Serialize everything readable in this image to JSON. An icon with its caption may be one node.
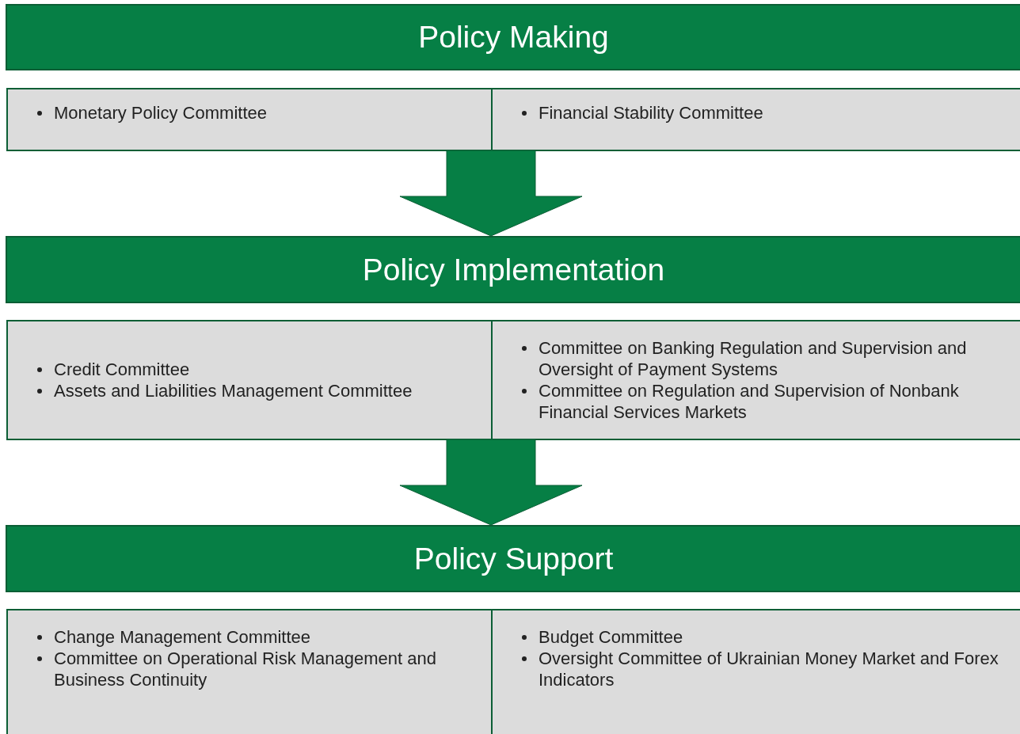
{
  "diagram": {
    "nodes": [
      {
        "text": [
          "Policy Making"
        ]
      },
      {
        "text": [
          "Monetary Policy Committee"
        ]
      },
      {
        "text": [
          "Financial Stability Committee"
        ]
      },
      {
        "text": [
          "Policy Implementation"
        ]
      },
      {
        "text": [
          "Credit Committee",
          "Assets and Liabilities Management Committee"
        ]
      },
      {
        "text": [
          "Committee on Banking Regulation and Supervision and Oversight of Payment Systems",
          "Committee on Regulation and Supervision of Nonbank Financial Services Markets"
        ]
      },
      {
        "text": [
          "Policy Support"
        ]
      },
      {
        "text": [
          "Change Management Committee",
          "Committee on Operational Risk Management and Business Continuity"
        ]
      },
      {
        "text": [
          "Budget Committee",
          "Oversight Committee of Ukrainian Money Market and Forex Indicators"
        ]
      }
    ],
    "edges": [
      {
        "from": 1,
        "to": 3,
        "arrow": "to"
      },
      {
        "from": 4,
        "to": 6,
        "arrow": "to"
      }
    ]
  }
}
